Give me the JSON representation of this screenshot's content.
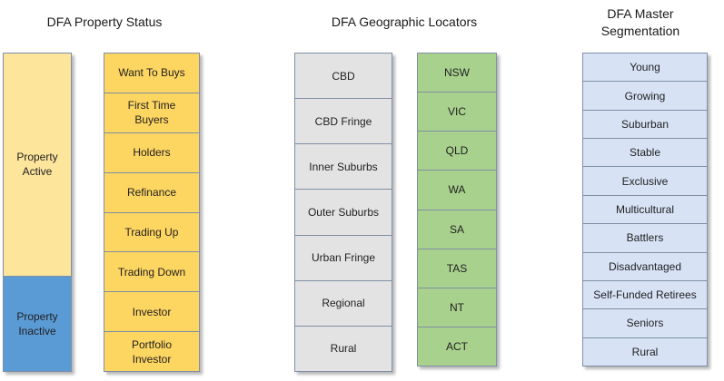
{
  "property_status": {
    "title": "DFA Property Status",
    "stages": [
      {
        "label": "Property\nActive",
        "color": "#fde59b"
      },
      {
        "label": "Property\nInactive",
        "color": "#5b9bd5"
      }
    ],
    "segments": [
      "Want To Buys",
      "First Time\nBuyers",
      "Holders",
      "Refinance",
      "Trading Up",
      "Trading Down",
      "Investor",
      "Portfolio\nInvestor"
    ]
  },
  "geographic_locators": {
    "title": "DFA Geographic Locators",
    "areas": [
      "CBD",
      "CBD Fringe",
      "Inner Suburbs",
      "Outer Suburbs",
      "Urban Fringe",
      "Regional",
      "Rural"
    ],
    "states": [
      "NSW",
      "VIC",
      "QLD",
      "WA",
      "SA",
      "TAS",
      "NT",
      "ACT"
    ]
  },
  "master_segmentation": {
    "title": "DFA Master\nSegmentation",
    "segments": [
      "Young",
      "Growing",
      "Suburban",
      "Stable",
      "Exclusive",
      "Multicultural",
      "Battlers",
      "Disadvantaged",
      "Self-Funded Retirees",
      "Seniors",
      "Rural"
    ]
  },
  "colors": {
    "active": "#fde59b",
    "inactive": "#5b9bd5",
    "status_segments": "#fdd561",
    "areas": "#e3e3e3",
    "states": "#a9d18e",
    "master": "#d7e3f5",
    "border": "#7f8fa6"
  }
}
